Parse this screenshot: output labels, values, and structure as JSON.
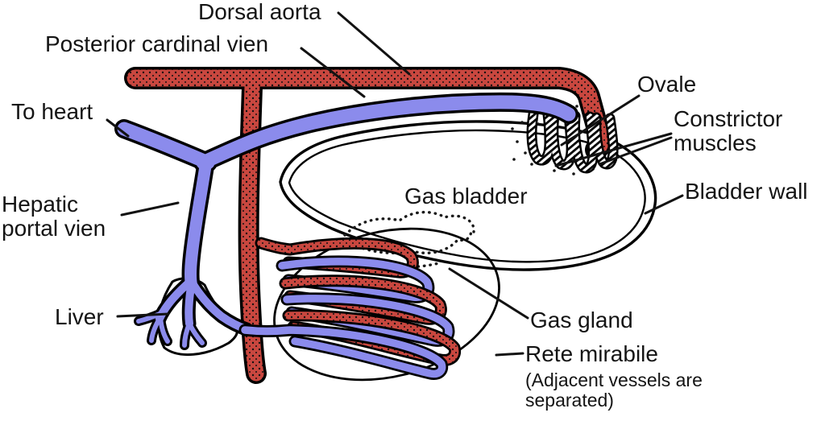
{
  "colors": {
    "artery": "#c9473f",
    "vein": "#8b8bec",
    "outline": "#000000",
    "background": "#ffffff"
  },
  "labels": {
    "dorsal_aorta": "Dorsal aorta",
    "posterior_cardinal_vein": "Posterior cardinal vien",
    "to_heart": "To heart",
    "ovale": "Ovale",
    "constrictor_muscles": "Constrictor muscles",
    "gas_bladder": "Gas bladder",
    "bladder_wall": "Bladder wall",
    "hepatic_portal_vein": "Hepatic portal vien",
    "liver": "Liver",
    "gas_gland": "Gas gland",
    "rete_mirabile": "Rete mirabile",
    "rete_note": "(Adjacent vessels are separated)"
  }
}
